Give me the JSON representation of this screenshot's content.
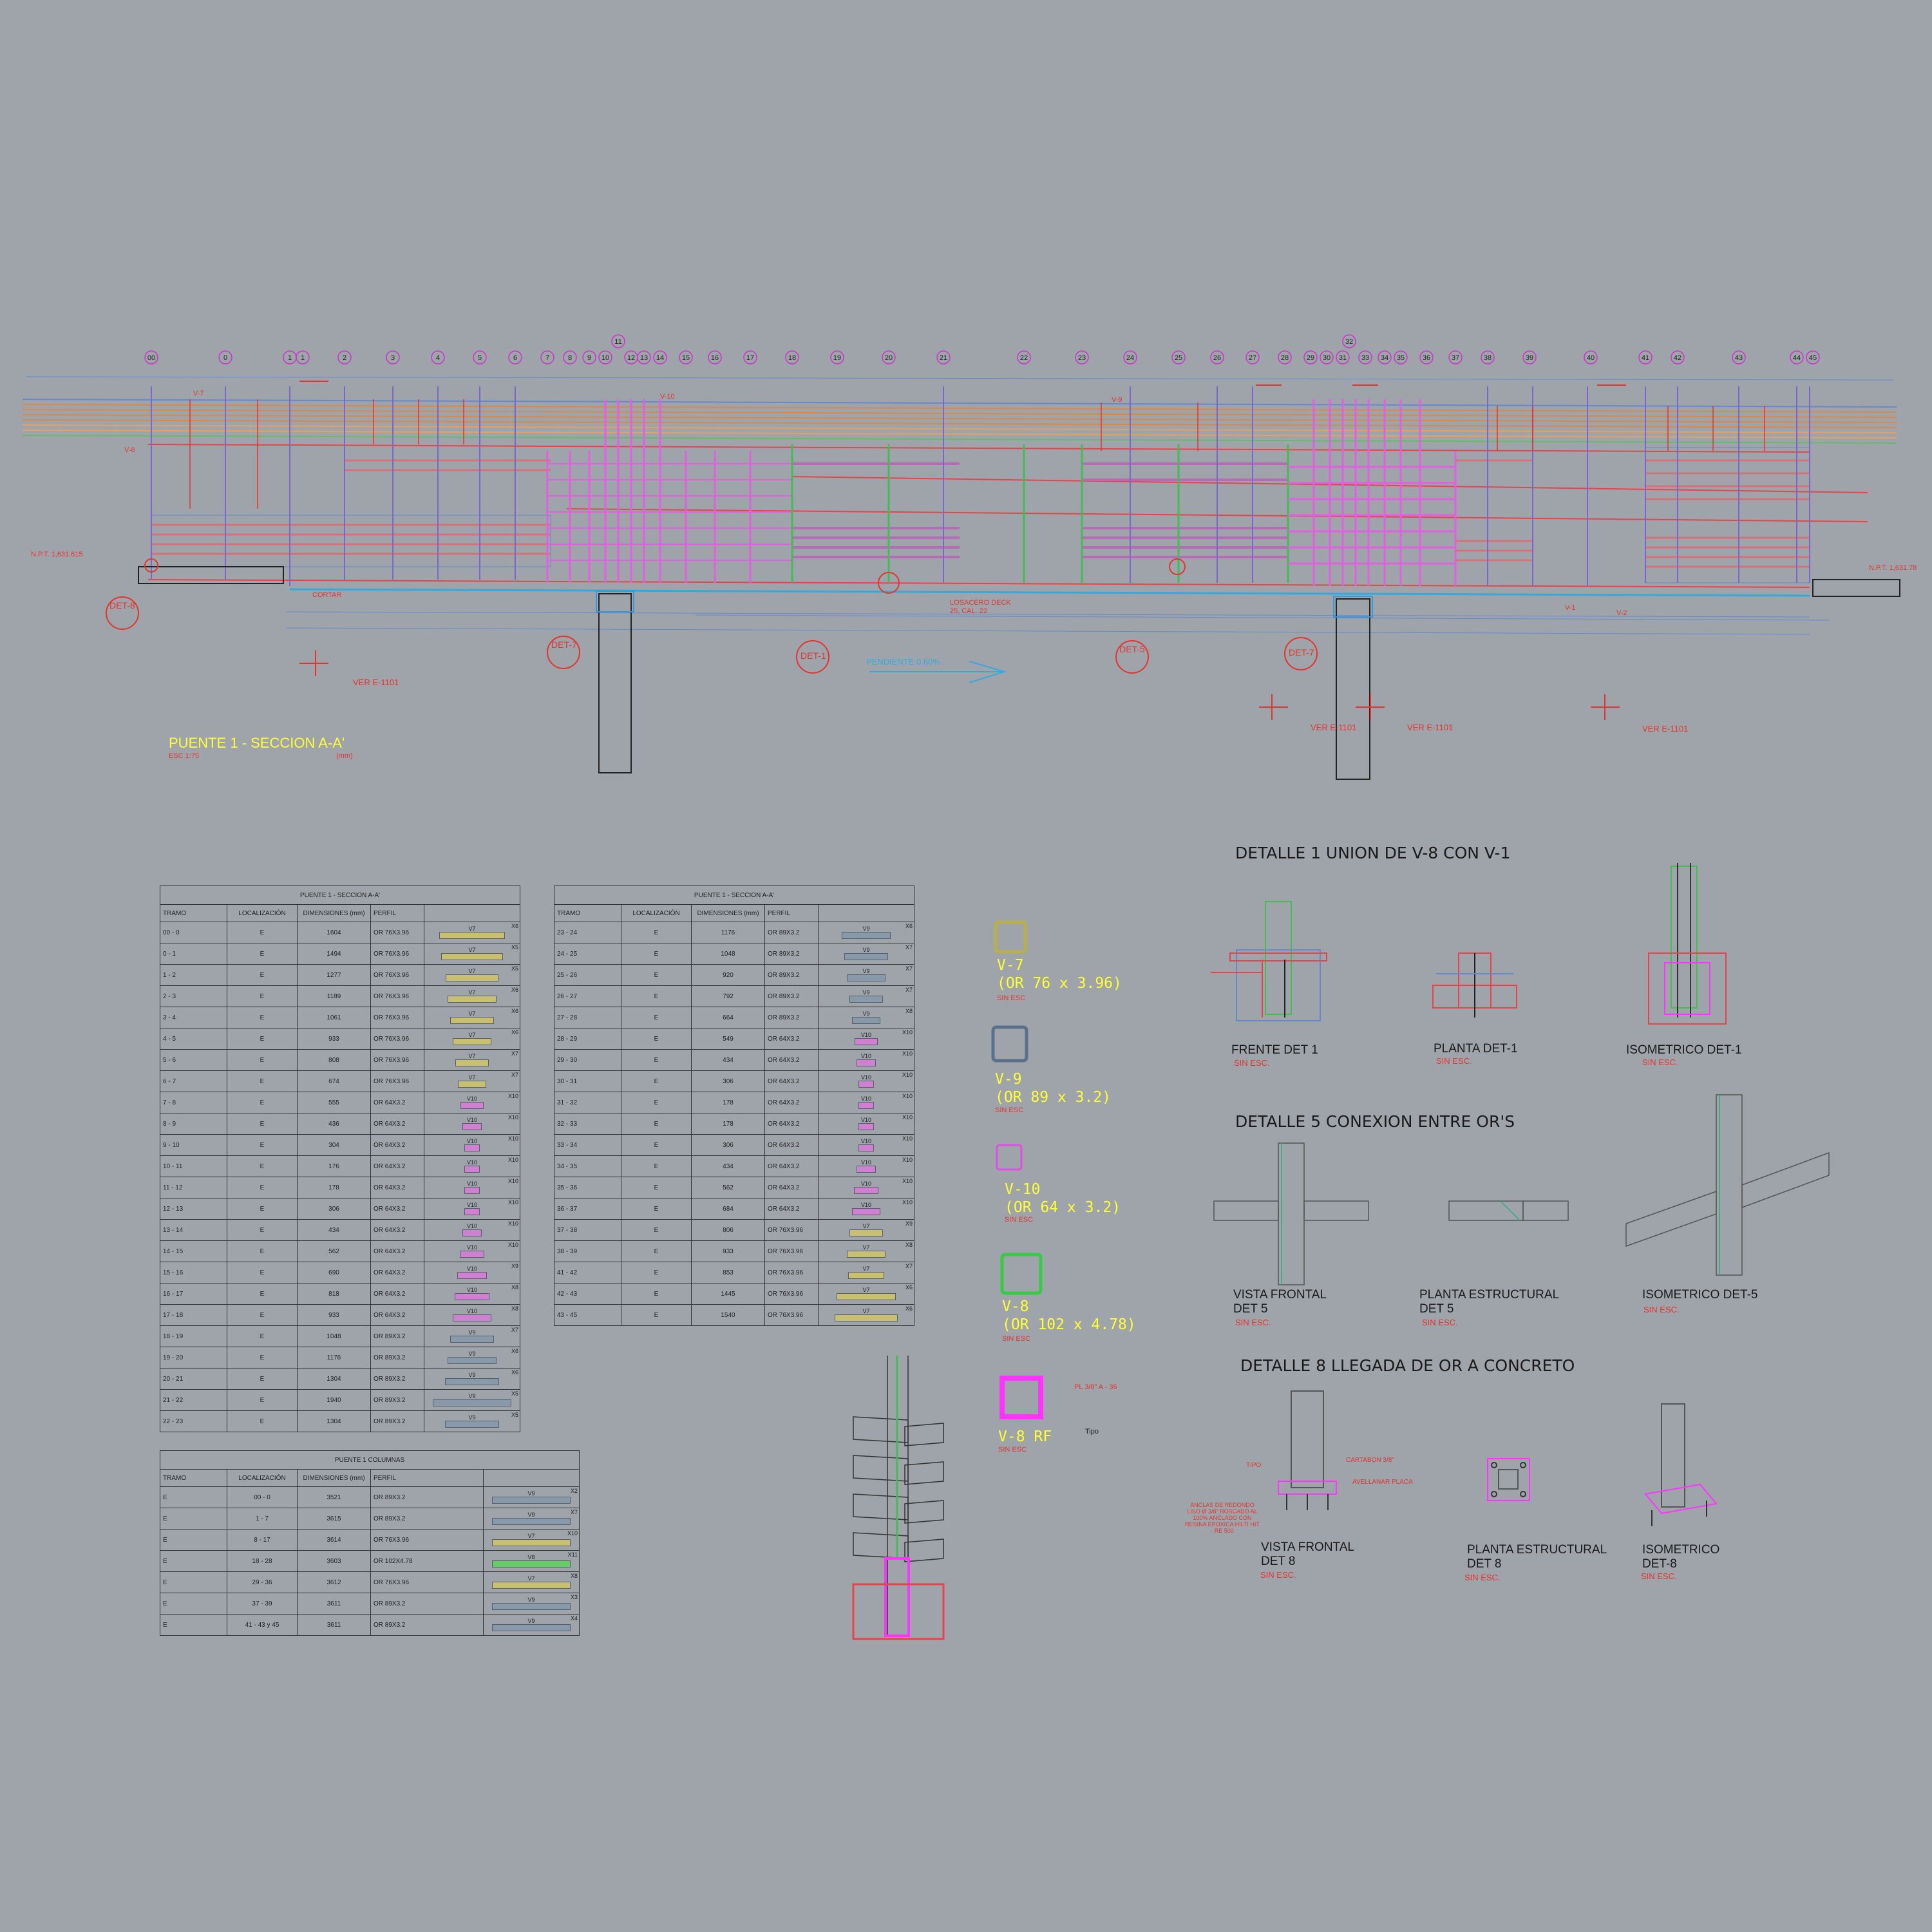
{
  "elevation": {
    "title": "PUENTE 1 - SECCION A-A'",
    "scale": "ESC 1:75",
    "unit": "(mm)",
    "grid_labels": [
      "00",
      "0",
      "1",
      "1",
      "2",
      "3",
      "4",
      "5",
      "6",
      "7",
      "8",
      "9",
      "10",
      "11",
      "12",
      "13",
      "14",
      "15",
      "16",
      "17",
      "18",
      "19",
      "20",
      "21",
      "22",
      "23",
      "24",
      "25",
      "26",
      "27",
      "28",
      "29",
      "30",
      "31",
      "32",
      "33",
      "34",
      "35",
      "36",
      "37",
      "38",
      "39",
      "40",
      "41",
      "42",
      "43",
      "44",
      "45"
    ],
    "npt_left": "N.P.T. 1,631.615",
    "npt_right": "N.P.T. 1,631.78",
    "det_markers": [
      "DET-8",
      "DET-7",
      "DET-1",
      "DET-5",
      "DET-7"
    ],
    "ver_notes": [
      "VER E-1101",
      "VER E-1101",
      "VER E-1101",
      "VER E-1101"
    ],
    "slope": "PENDIENTE 0.60%",
    "losacero": "LOSACERO DECK 25, CAL. 22",
    "cortar": "CORTAR",
    "beam_tags": [
      "V-7",
      "V-8",
      "V-9",
      "V-10",
      "V-1",
      "V-2"
    ]
  },
  "table1": {
    "caption": "PUENTE 1 - SECCION A-A'",
    "headers": [
      "TRAMO",
      "LOCALIZACIÓN",
      "DIMENSIONES (mm)",
      "PERFIL"
    ],
    "rows": [
      [
        "00 - 0",
        "E",
        "1604",
        "OR 76X3.96",
        "V7",
        "X6"
      ],
      [
        "0 - 1",
        "E",
        "1494",
        "OR 76X3.96",
        "V7",
        "X5"
      ],
      [
        "1 - 2",
        "E",
        "1277",
        "OR 76X3.96",
        "V7",
        "X5"
      ],
      [
        "2 - 3",
        "E",
        "1189",
        "OR 76X3.96",
        "V7",
        "X6"
      ],
      [
        "3 - 4",
        "E",
        "1061",
        "OR 76X3.96",
        "V7",
        "X6"
      ],
      [
        "4 - 5",
        "E",
        "933",
        "OR 76X3.96",
        "V7",
        "X6"
      ],
      [
        "5 - 6",
        "E",
        "808",
        "OR 76X3.96",
        "V7",
        "X7"
      ],
      [
        "6 - 7",
        "E",
        "674",
        "OR 76X3.96",
        "V7",
        "X7"
      ],
      [
        "7 - 8",
        "E",
        "555",
        "OR 64X3.2",
        "V10",
        "X10"
      ],
      [
        "8 - 9",
        "E",
        "436",
        "OR 64X3.2",
        "V10",
        "X10"
      ],
      [
        "9 - 10",
        "E",
        "304",
        "OR 64X3.2",
        "V10",
        "X10"
      ],
      [
        "10 - 11",
        "E",
        "176",
        "OR 64X3.2",
        "V10",
        "X10"
      ],
      [
        "11 - 12",
        "E",
        "178",
        "OR 64X3.2",
        "V10",
        "X10"
      ],
      [
        "12 - 13",
        "E",
        "306",
        "OR 64X3.2",
        "V10",
        "X10"
      ],
      [
        "13 - 14",
        "E",
        "434",
        "OR 64X3.2",
        "V10",
        "X10"
      ],
      [
        "14 - 15",
        "E",
        "562",
        "OR 64X3.2",
        "V10",
        "X10"
      ],
      [
        "15 - 16",
        "E",
        "690",
        "OR 64X3.2",
        "V10",
        "X9"
      ],
      [
        "16 - 17",
        "E",
        "818",
        "OR 64X3.2",
        "V10",
        "X8"
      ],
      [
        "17 - 18",
        "E",
        "933",
        "OR 64X3.2",
        "V10",
        "X8"
      ],
      [
        "18 - 19",
        "E",
        "1048",
        "OR 89X3.2",
        "V9",
        "X7"
      ],
      [
        "19 - 20",
        "E",
        "1176",
        "OR 89X3.2",
        "V9",
        "X6"
      ],
      [
        "20 - 21",
        "E",
        "1304",
        "OR 89X3.2",
        "V9",
        "X6"
      ],
      [
        "21 - 22",
        "E",
        "1940",
        "OR 89X3.2",
        "V9",
        "X5"
      ],
      [
        "22 - 23",
        "E",
        "1304",
        "OR 89X3.2",
        "V9",
        "X5"
      ]
    ]
  },
  "table2": {
    "caption": "PUENTE 1 - SECCION A-A'",
    "headers": [
      "TRAMO",
      "LOCALIZACIÓN",
      "DIMENSIONES (mm)",
      "PERFIL"
    ],
    "rows": [
      [
        "23 - 24",
        "E",
        "1176",
        "OR 89X3.2",
        "V9",
        "X6"
      ],
      [
        "24 - 25",
        "E",
        "1048",
        "OR 89X3.2",
        "V9",
        "X7"
      ],
      [
        "25 - 26",
        "E",
        "920",
        "OR 89X3.2",
        "V9",
        "X7"
      ],
      [
        "26 - 27",
        "E",
        "792",
        "OR 89X3.2",
        "V9",
        "X7"
      ],
      [
        "27 - 28",
        "E",
        "664",
        "OR 89X3.2",
        "V9",
        "X8"
      ],
      [
        "28 - 29",
        "E",
        "549",
        "OR 64X3.2",
        "V10",
        "X10"
      ],
      [
        "29 - 30",
        "E",
        "434",
        "OR 64X3.2",
        "V10",
        "X10"
      ],
      [
        "30 - 31",
        "E",
        "306",
        "OR 64X3.2",
        "V10",
        "X10"
      ],
      [
        "31 - 32",
        "E",
        "178",
        "OR 64X3.2",
        "V10",
        "X10"
      ],
      [
        "32 - 33",
        "E",
        "178",
        "OR 64X3.2",
        "V10",
        "X10"
      ],
      [
        "33 - 34",
        "E",
        "306",
        "OR 64X3.2",
        "V10",
        "X10"
      ],
      [
        "34 - 35",
        "E",
        "434",
        "OR 64X3.2",
        "V10",
        "X10"
      ],
      [
        "35 - 36",
        "E",
        "562",
        "OR 64X3.2",
        "V10",
        "X10"
      ],
      [
        "36 - 37",
        "E",
        "684",
        "OR 64X3.2",
        "V10",
        "X10"
      ],
      [
        "37 - 38",
        "E",
        "806",
        "OR 76X3.96",
        "V7",
        "X9"
      ],
      [
        "38 - 39",
        "E",
        "933",
        "OR 76X3.96",
        "V7",
        "X8"
      ],
      [
        "41 - 42",
        "E",
        "853",
        "OR 76X3.96",
        "V7",
        "X7"
      ],
      [
        "42 - 43",
        "E",
        "1445",
        "OR 76X3.96",
        "V7",
        "X6"
      ],
      [
        "43 - 45",
        "E",
        "1540",
        "OR 76X3.96",
        "V7",
        "X6"
      ]
    ]
  },
  "table3": {
    "caption": "PUENTE 1 COLUMNAS",
    "headers": [
      "TRAMO",
      "LOCALIZACIÓN",
      "DIMENSIONES (mm)",
      "PERFIL"
    ],
    "rows": [
      [
        "E",
        "00 - 0",
        "3521",
        "OR 89X3.2",
        "V9",
        "X2"
      ],
      [
        "E",
        "1 - 7",
        "3615",
        "OR 89X3.2",
        "V9",
        "X7"
      ],
      [
        "E",
        "8 - 17",
        "3614",
        "OR 76X3.96",
        "V7",
        "X10"
      ],
      [
        "E",
        "18 - 28",
        "3603",
        "OR 102X4.78",
        "V8",
        "X11"
      ],
      [
        "E",
        "29 - 36",
        "3612",
        "OR 76X3.96",
        "V7",
        "X8"
      ],
      [
        "E",
        "37 - 39",
        "3611",
        "OR 89X3.2",
        "V9",
        "X3"
      ],
      [
        "E",
        "41 - 43 y 45",
        "3611",
        "OR 89X3.2",
        "V9",
        "X4"
      ]
    ]
  },
  "profiles": [
    {
      "name": "V-7",
      "spec": "(OR 76 x 3.96)",
      "note": "SIN ESC",
      "color": "#b8b04a"
    },
    {
      "name": "V-9",
      "spec": "(OR 89 x 3.2)",
      "note": "SIN ESC",
      "color": "#5a6f8a"
    },
    {
      "name": "V-10",
      "spec": "(OR 64 x 3.2)",
      "note": "SIN ESC",
      "color": "#e04ee0"
    },
    {
      "name": "V-8",
      "spec": "(OR 102 x 4.78)",
      "note": "SIN ESC",
      "color": "#33cc44"
    },
    {
      "name": "V-8 RF",
      "spec": "",
      "note": "SIN ESC",
      "color": "#ff33ff"
    }
  ],
  "rf_notes": {
    "pl": "PL 3/8\" A - 36",
    "tipo": "Tipo"
  },
  "details": {
    "d1_title": "DETALLE 1 UNION DE V-8 CON V-1",
    "d1_views": [
      "FRENTE DET 1",
      "PLANTA DET-1",
      "ISOMETRICO DET-1"
    ],
    "d5_title": "DETALLE 5 CONEXION ENTRE OR'S",
    "d5_views": [
      "VISTA FRONTAL DET 5",
      "PLANTA ESTRUCTURAL DET 5",
      "ISOMETRICO DET-5"
    ],
    "d8_title": "DETALLE 8 LLEGADA DE OR A CONCRETO",
    "d8_views": [
      "VISTA FRONTAL DET 8",
      "PLANTA ESTRUCTURAL DET 8",
      "ISOMETRICO DET-8"
    ],
    "sin_esc": "SIN ESC.",
    "d8_notes": [
      "CARTABON 3/8\"",
      "AVELLANAR PLACA",
      "TIPO",
      "ANCLAS DE REDONDO LISO Ø 3/8\" ROSCADO AL 100% ANCLADO CON RESINA EPOXICA HILTI HIT - RE 500"
    ]
  }
}
